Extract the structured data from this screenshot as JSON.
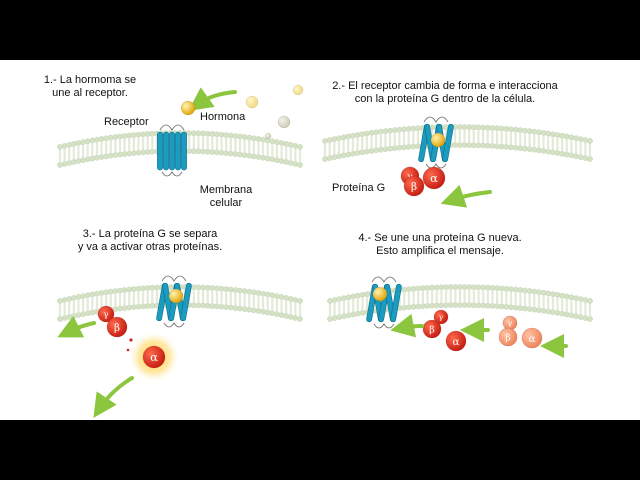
{
  "colors": {
    "membrane": "#d5e2c6",
    "receptor": "#1a9bbf",
    "hormone": "#f0b400",
    "alpha": "#e8391c",
    "beta_gamma": "#d4261c",
    "new_protein": "#f2956b",
    "arrow": "#8cc63f"
  },
  "panels": [
    {
      "step": "1.- La hormoma se\nune al receptor.",
      "labels": {
        "receptor": "Receptor",
        "hormone": "Hormona",
        "membrane": "Membrana\ncelular"
      }
    },
    {
      "step": "2.- El receptor cambia de forma e interacciona\ncon la proteína G dentro de la célula.",
      "labels": {
        "g_protein": "Proteína G"
      }
    },
    {
      "step": "3.- La proteína G se separa\ny va a activar otras proteínas."
    },
    {
      "step": "4.- Se une una proteína G nueva.\nEsto amplifica el mensaje."
    }
  ],
  "subunits": {
    "alpha": "α",
    "beta": "β",
    "gamma": "γ"
  }
}
